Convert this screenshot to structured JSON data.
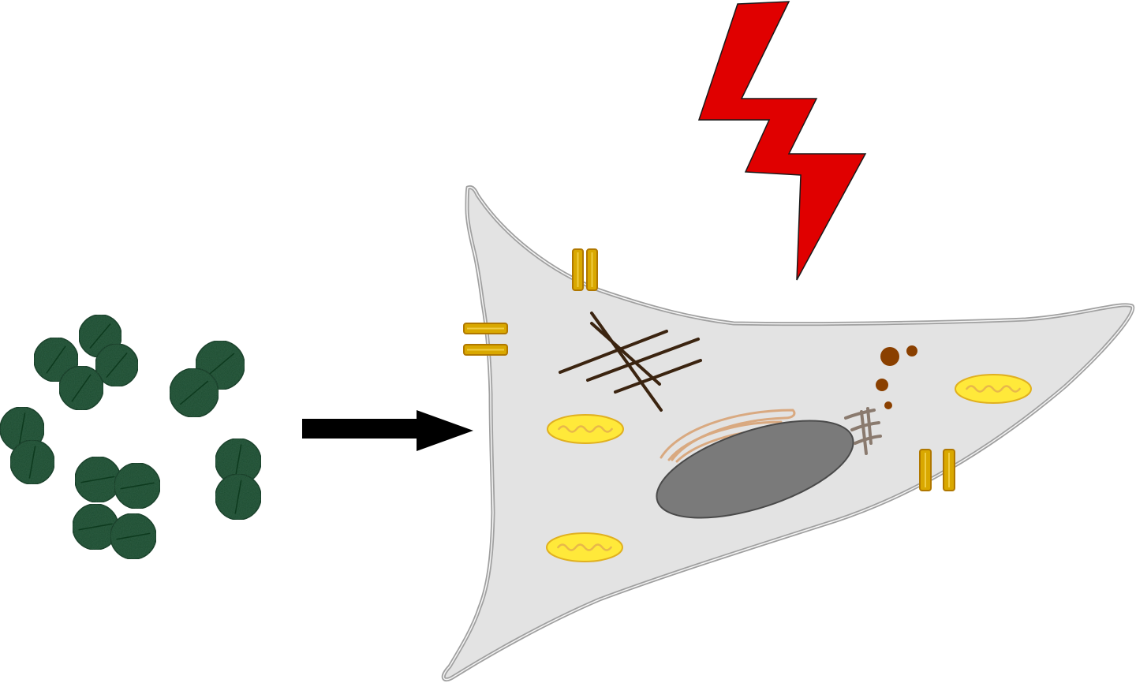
{
  "diagram": {
    "elements": [
      {
        "name": "bacteria-cluster",
        "count": 14,
        "description_visible": false
      },
      {
        "name": "arrow",
        "direction": "right"
      },
      {
        "name": "cell"
      },
      {
        "name": "lightning-bolt"
      }
    ]
  },
  "colors": {
    "background": "#ffffff",
    "bacteria_fill": "#1f4a2e",
    "bacteria_stroke": "#0f2a18",
    "bacteria_line": "#0d3a1e",
    "arrow": "#000000",
    "bolt_fill": "#e00000",
    "bolt_stroke": "#1a1a1a",
    "cell_fill": "#e3e3e3",
    "cell_stroke": "#9a9a9a",
    "channel_fill": "#d9a800",
    "channel_stroke": "#b07800",
    "mito_fill": "#ffe93a",
    "mito_stroke": "#e0b020",
    "mito_crista": "#e8b84a",
    "fiber": "#3b2410",
    "nucleus_fill": "#7a7a7a",
    "nucleus_stroke": "#4a4a4a",
    "er": "#d9a980",
    "golgi": "#8a7a6e",
    "vesicle": "#8a4000"
  },
  "icons": [
    "bacteria-icon",
    "arrow-right-icon",
    "lightning-bolt-icon",
    "cell-icon"
  ]
}
